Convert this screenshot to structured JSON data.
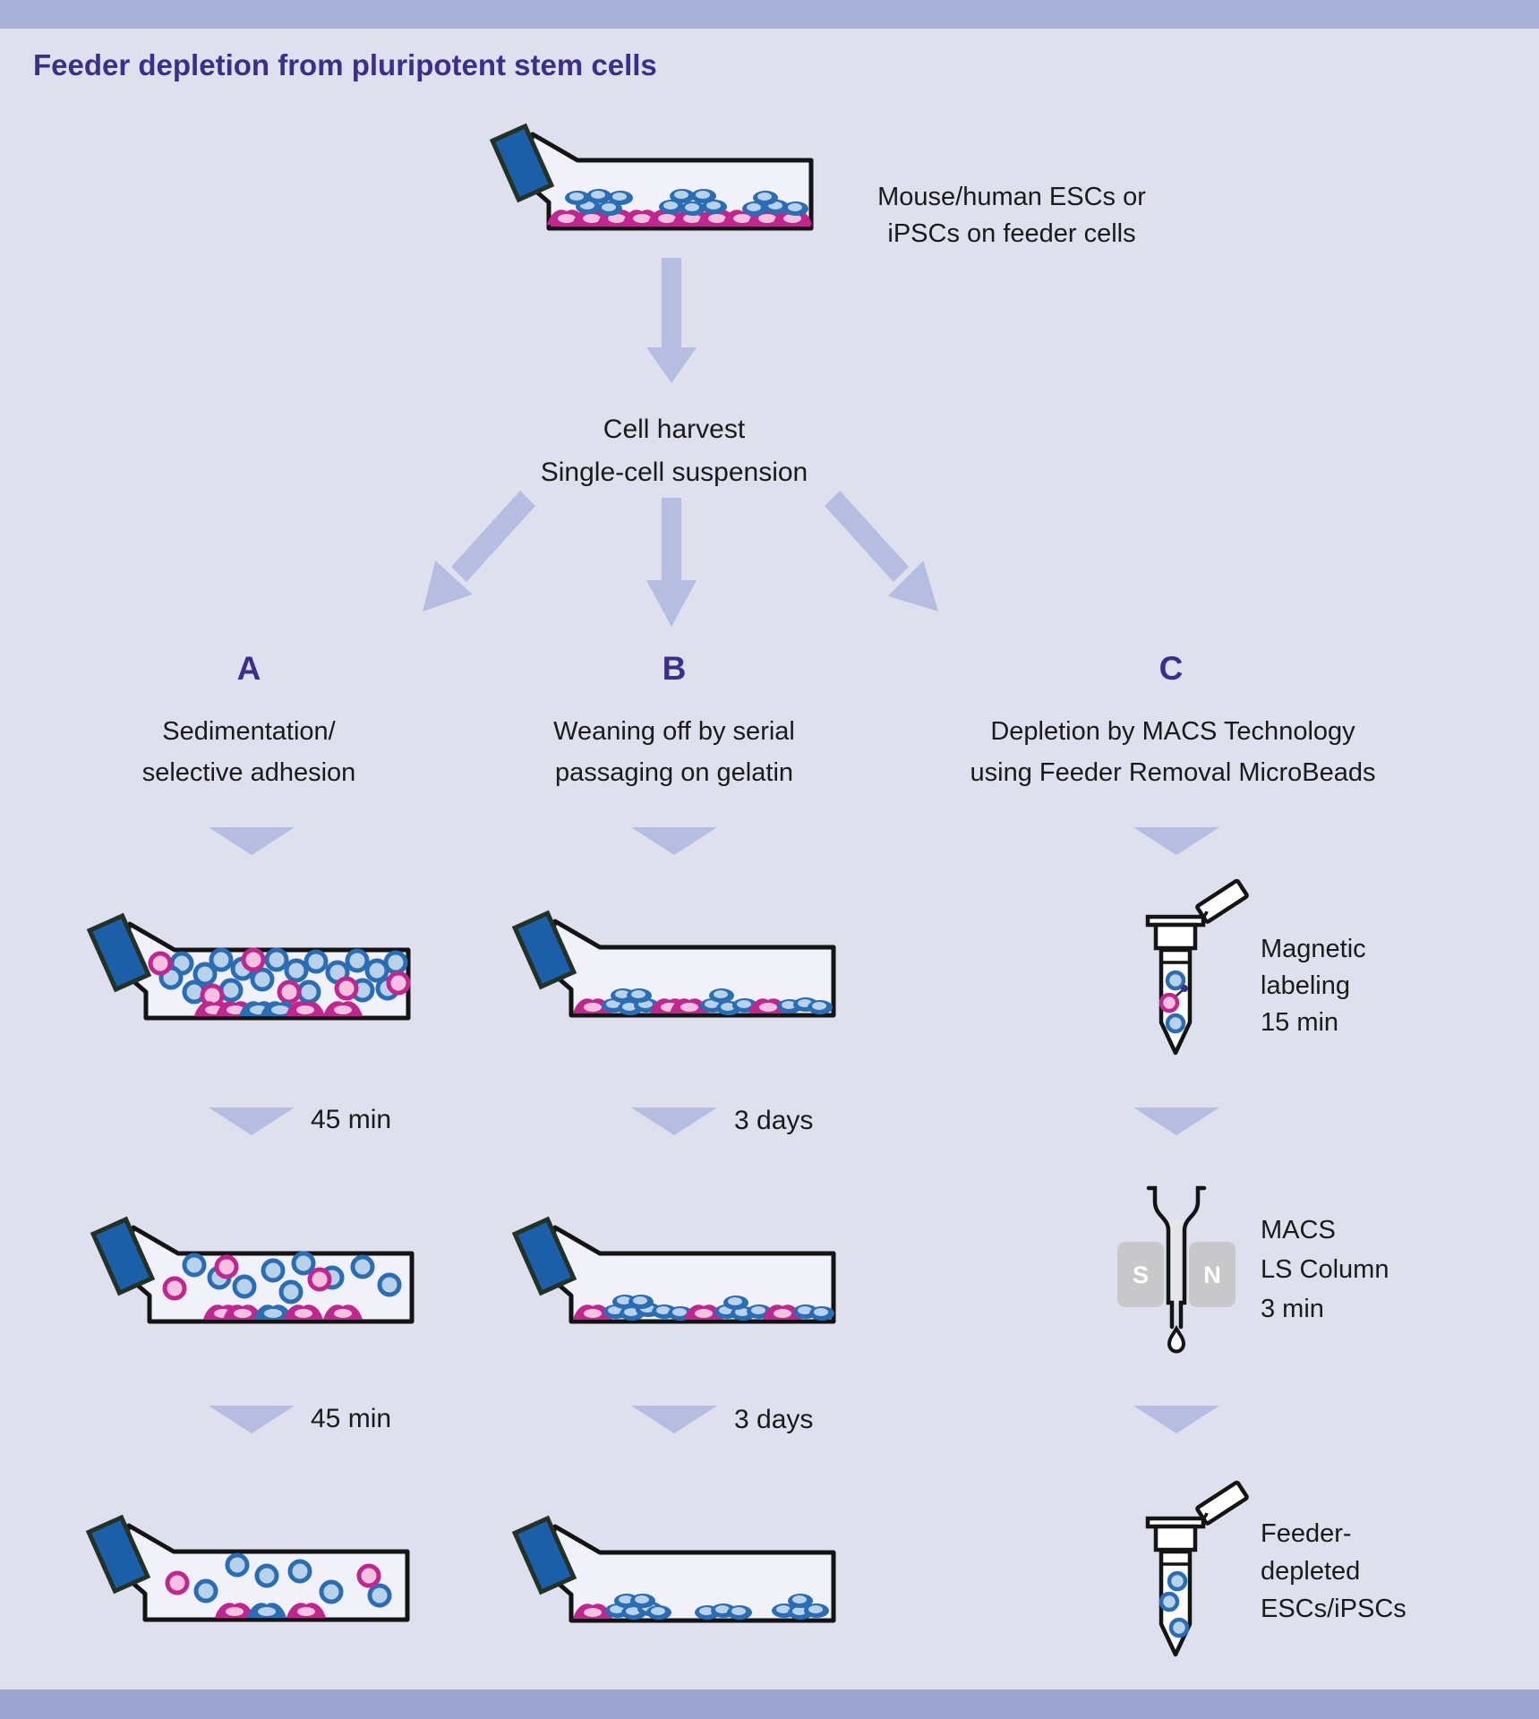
{
  "title": "Feeder depletion from pluripotent stem cells",
  "top": {
    "flask_caption": [
      "Mouse/human ESCs or",
      "iPSCs on feeder cells"
    ],
    "harvest": [
      "Cell harvest",
      "Single-cell suspension"
    ]
  },
  "columns": [
    {
      "label": "A",
      "header": [
        "Sedimentation/",
        "selective adhesion"
      ],
      "durations": [
        "45 min",
        "45 min"
      ]
    },
    {
      "label": "B",
      "header": [
        "Weaning off by serial",
        "passaging on gelatin"
      ],
      "durations": [
        "3 days",
        "3 days"
      ]
    },
    {
      "label": "C",
      "header": [
        "Depletion by MACS Technology",
        "using Feeder Removal MicroBeads"
      ],
      "steps": [
        {
          "caption": [
            "Magnetic",
            "labeling",
            "15 min"
          ]
        },
        {
          "caption": [
            "MACS",
            "LS Column",
            "3 min"
          ],
          "magnet_labels": [
            "S",
            "N"
          ]
        },
        {
          "caption": [
            "Feeder-",
            "depleted",
            "ESCs/iPSCs"
          ]
        }
      ]
    }
  ],
  "colors": {
    "background": "#dee0ee",
    "top_bar": "#a9b0d8",
    "bottom_bar": "#9ba5d0",
    "heading": "#3b2e8d",
    "text": "#1a1a1a",
    "arrow": "#b7bde0",
    "flask_cap": "#1b5fa8",
    "cell_blue": "#2a6db5",
    "cell_blue_fill": "#b9d2ec",
    "cell_pink": "#c0268d",
    "cell_pink_fill": "#f4c2e0",
    "bead": "#3b2f8e",
    "magnet": "#c8c8ca"
  }
}
